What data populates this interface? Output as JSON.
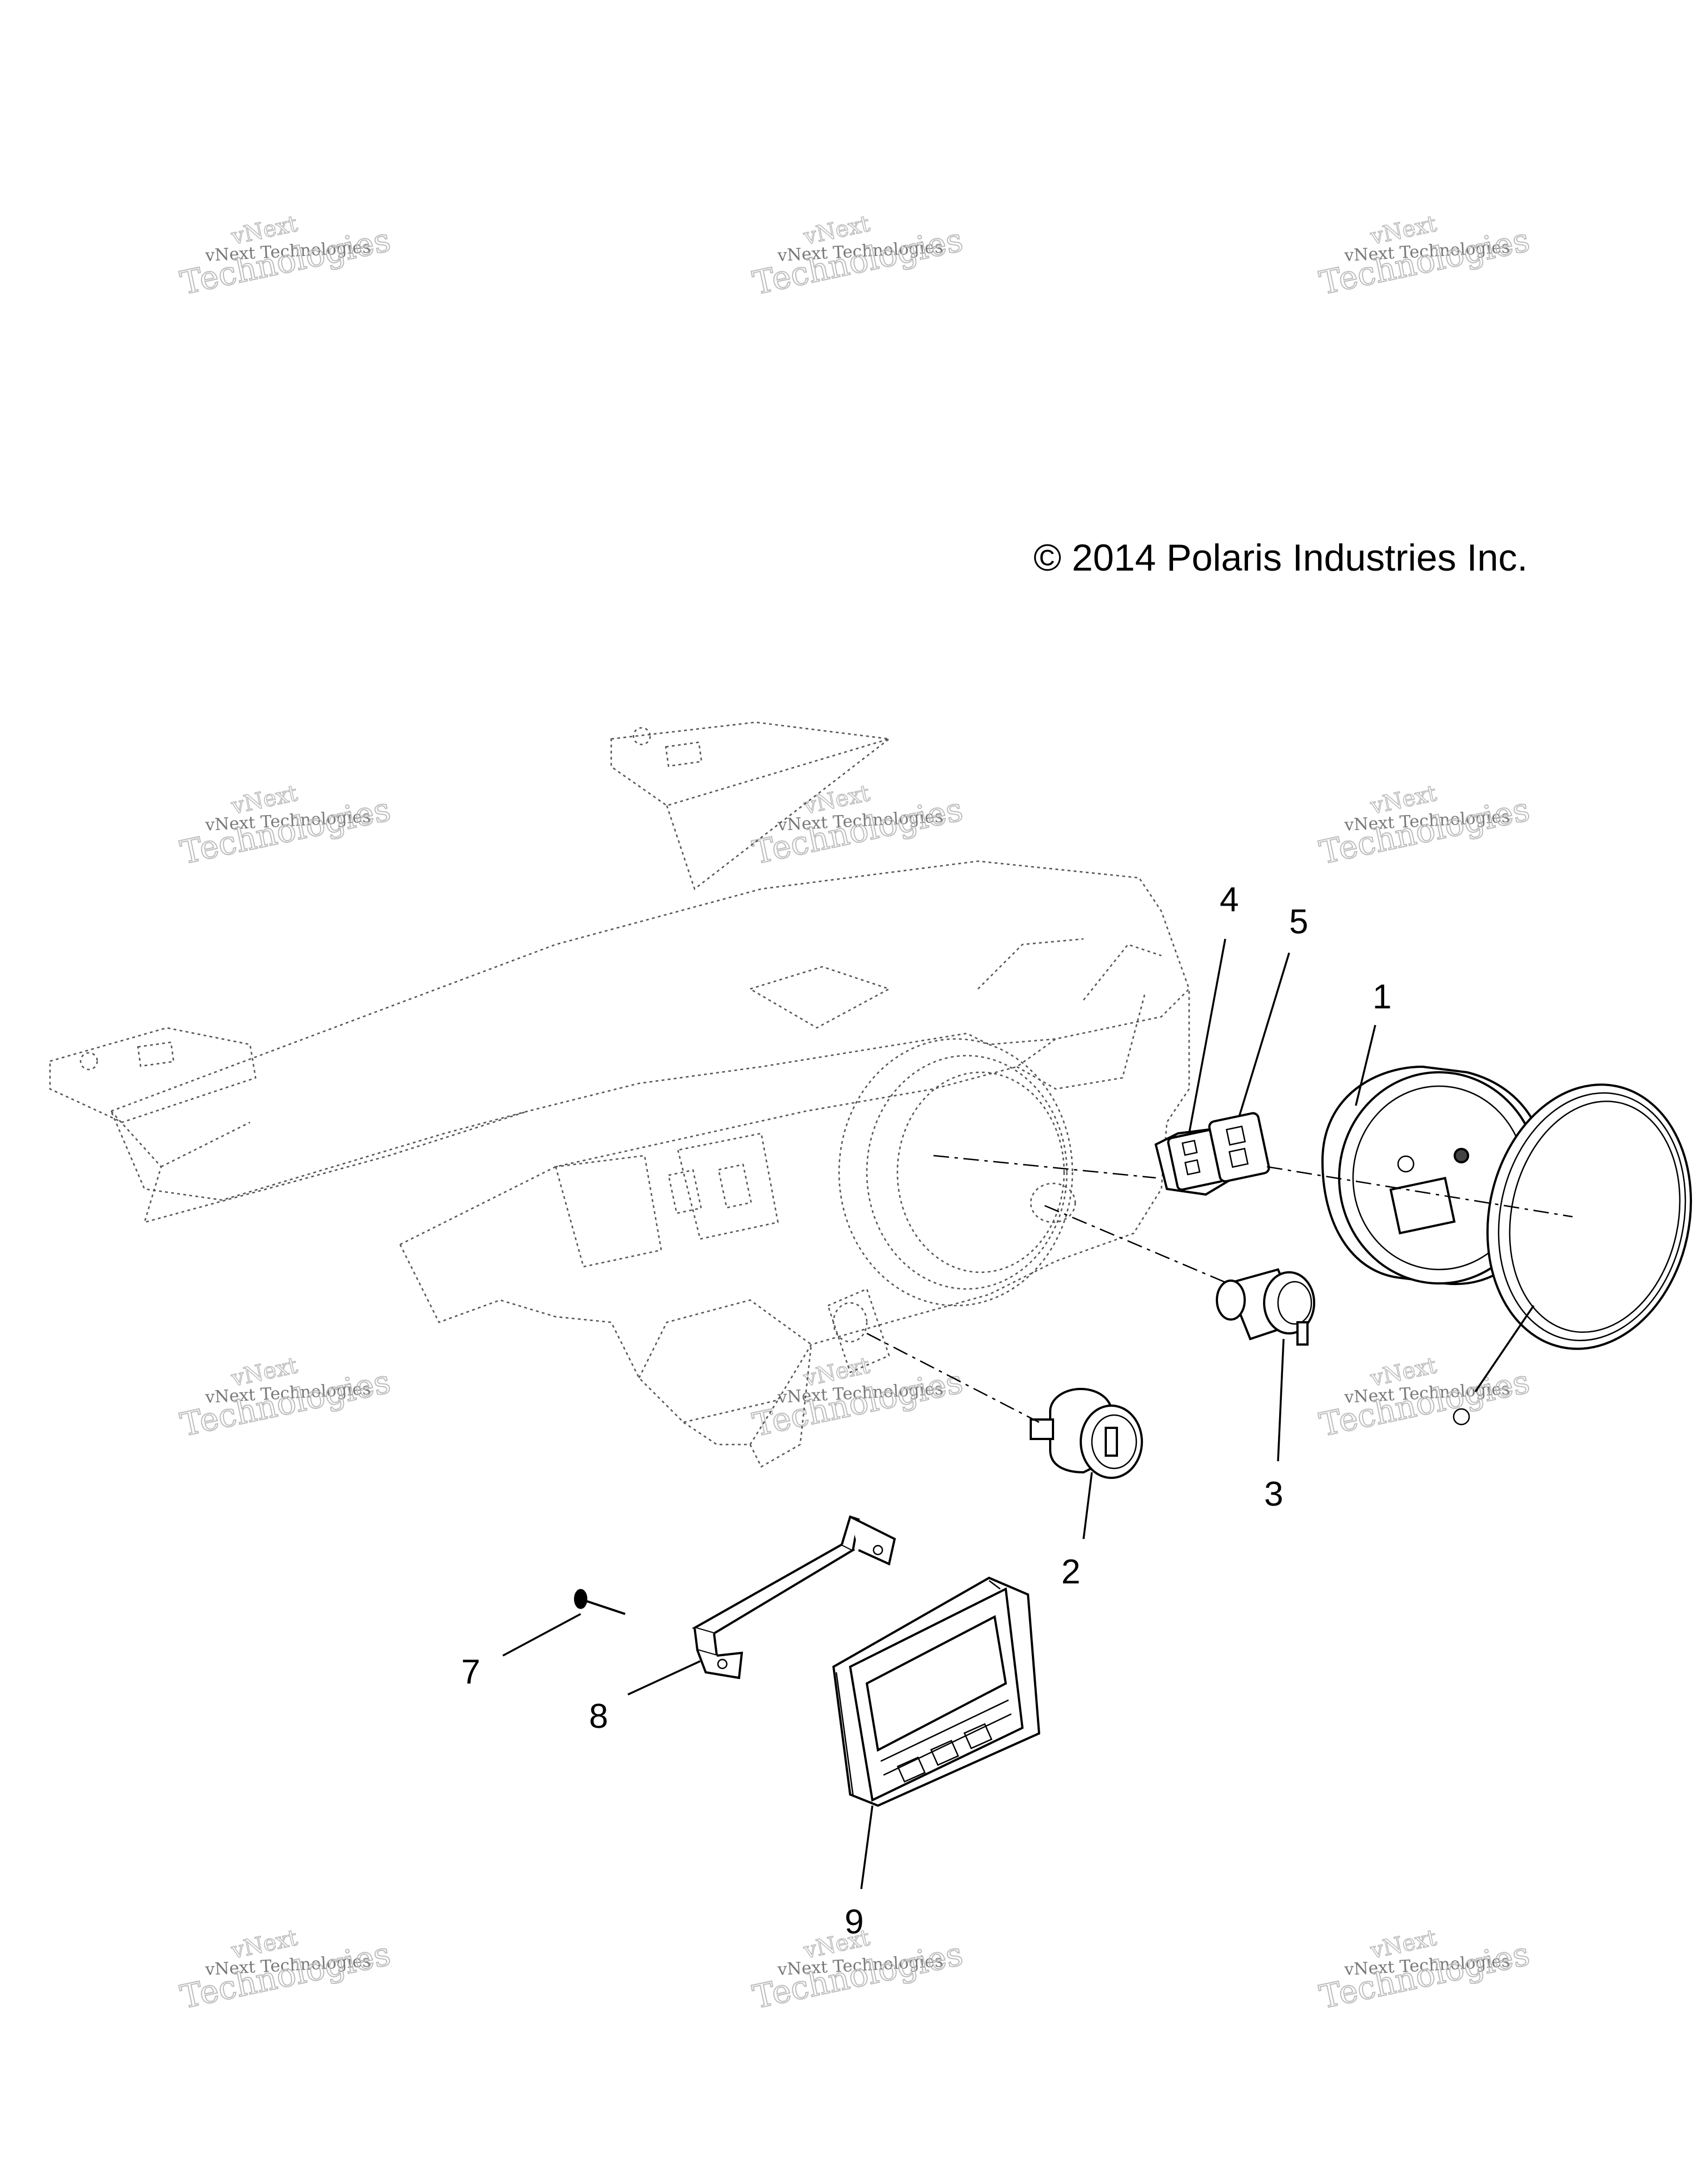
{
  "copyright": "© 2014 Polaris Industries Inc.",
  "watermark": {
    "line1": "vNext",
    "line2": "vNext Technologies",
    "line3": "Technologies"
  },
  "callouts": {
    "c1": "1",
    "c2": "2",
    "c3": "3",
    "c4": "4",
    "c5": "5",
    "c7": "7",
    "c8": "8",
    "c9": "9"
  }
}
